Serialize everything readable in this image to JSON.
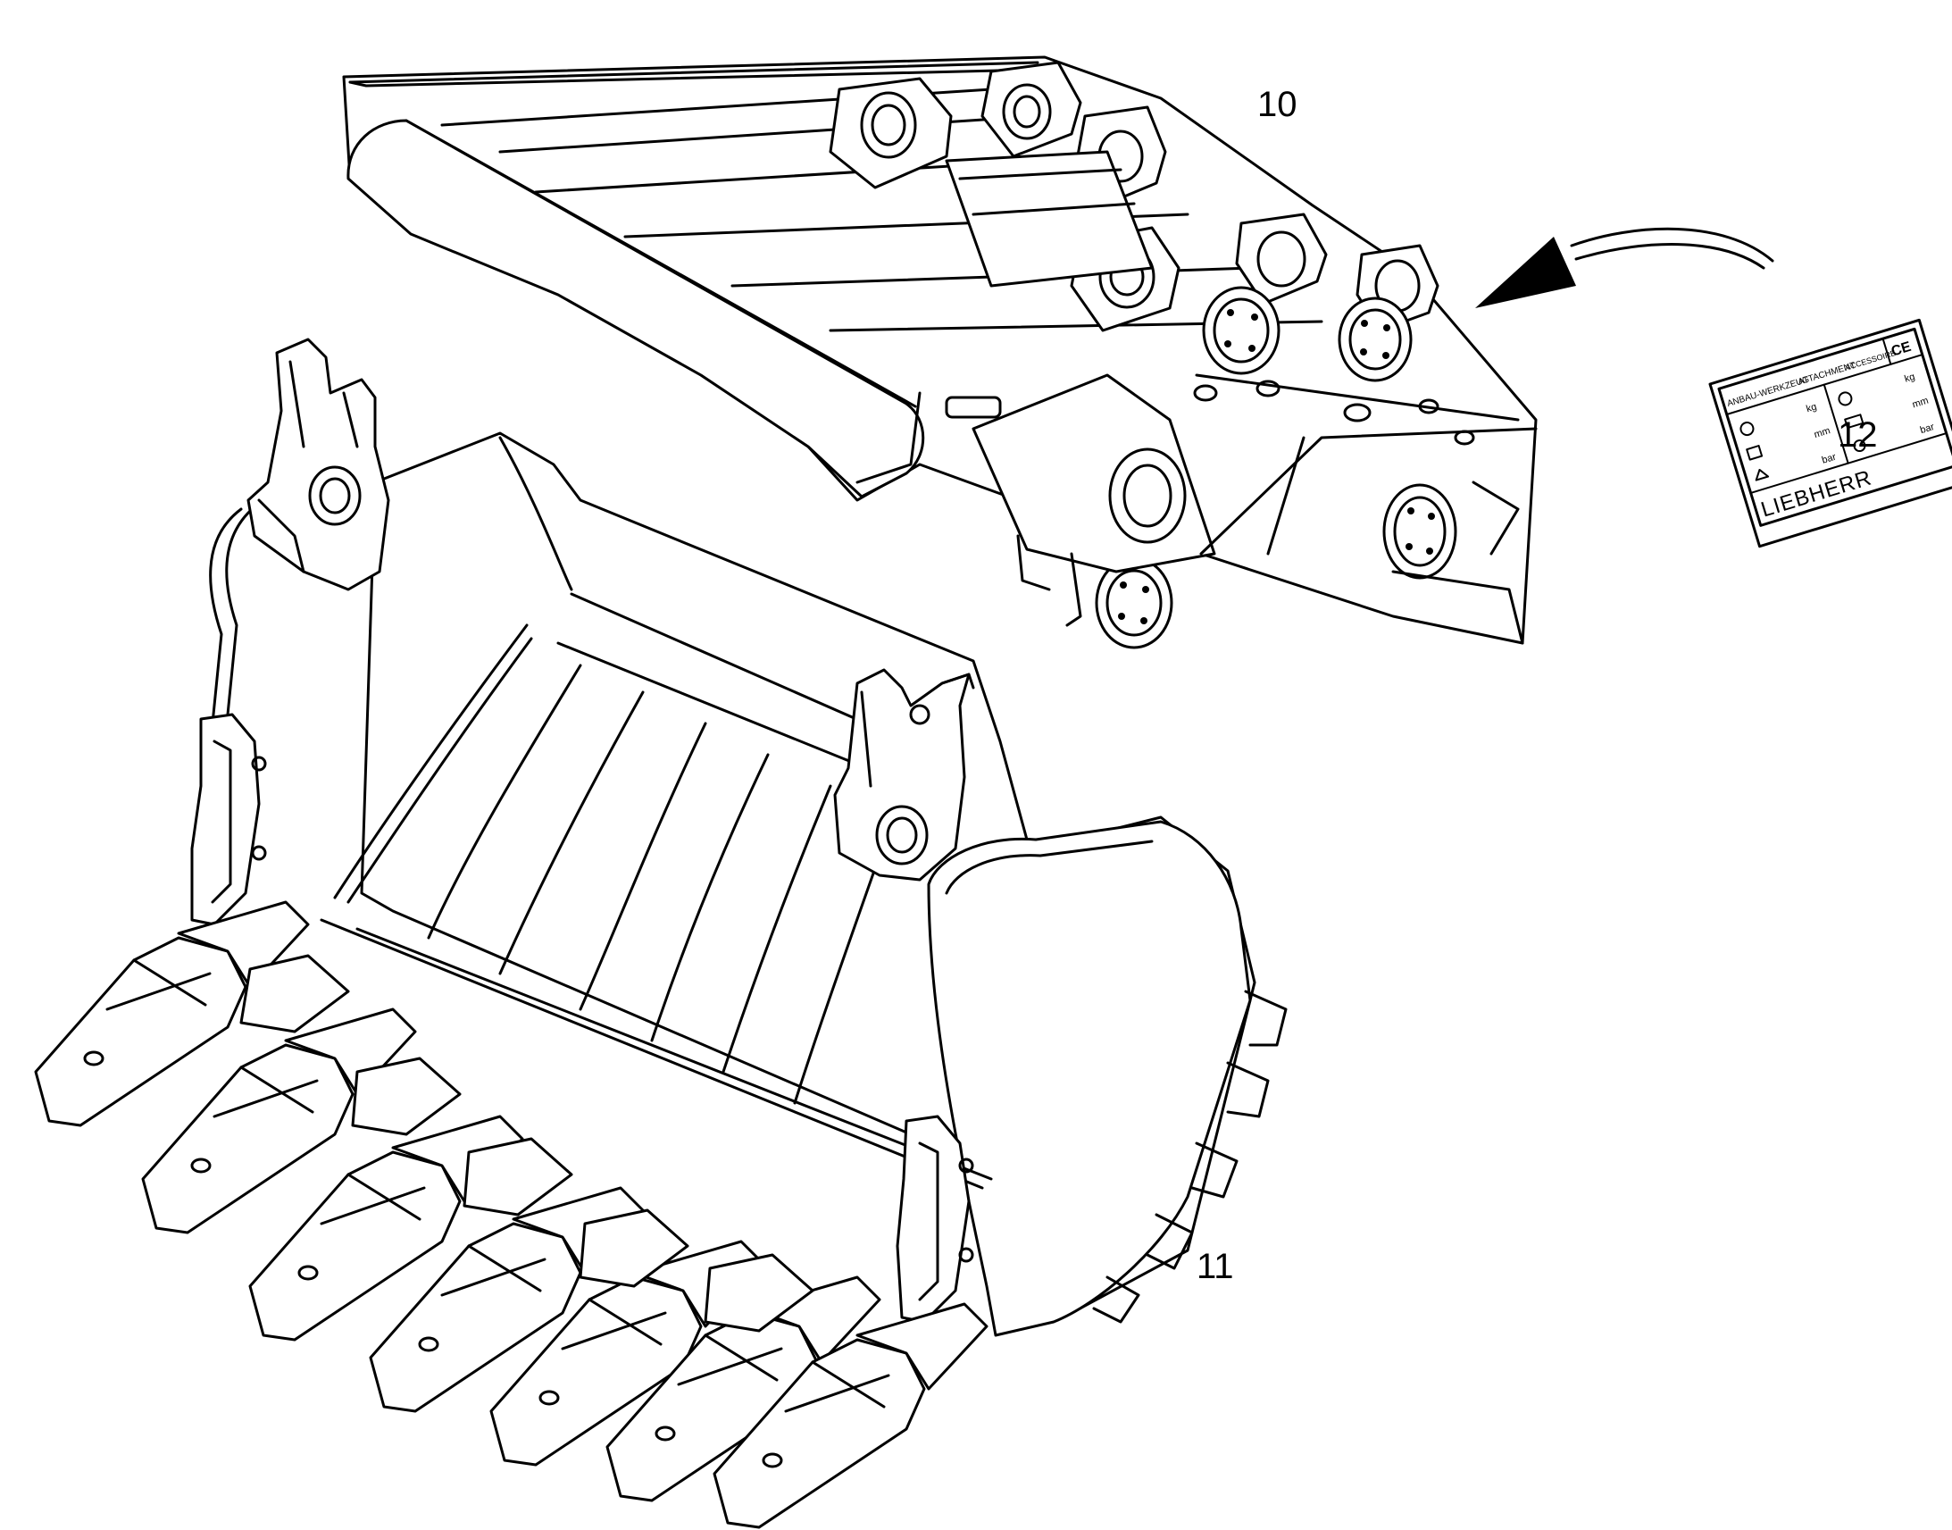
{
  "callouts": {
    "adapter": "10",
    "bucket": "11",
    "plate": "12"
  },
  "plate": {
    "brand": "LIEBHERR",
    "mark": "CE",
    "header_1": "ANBAU-WERKZEUG",
    "header_2": "ATTACHMENT",
    "header_3": "ACCESSOIRE",
    "units": [
      "kg",
      "mm",
      "bar",
      "kg",
      "mm",
      "bar"
    ]
  }
}
